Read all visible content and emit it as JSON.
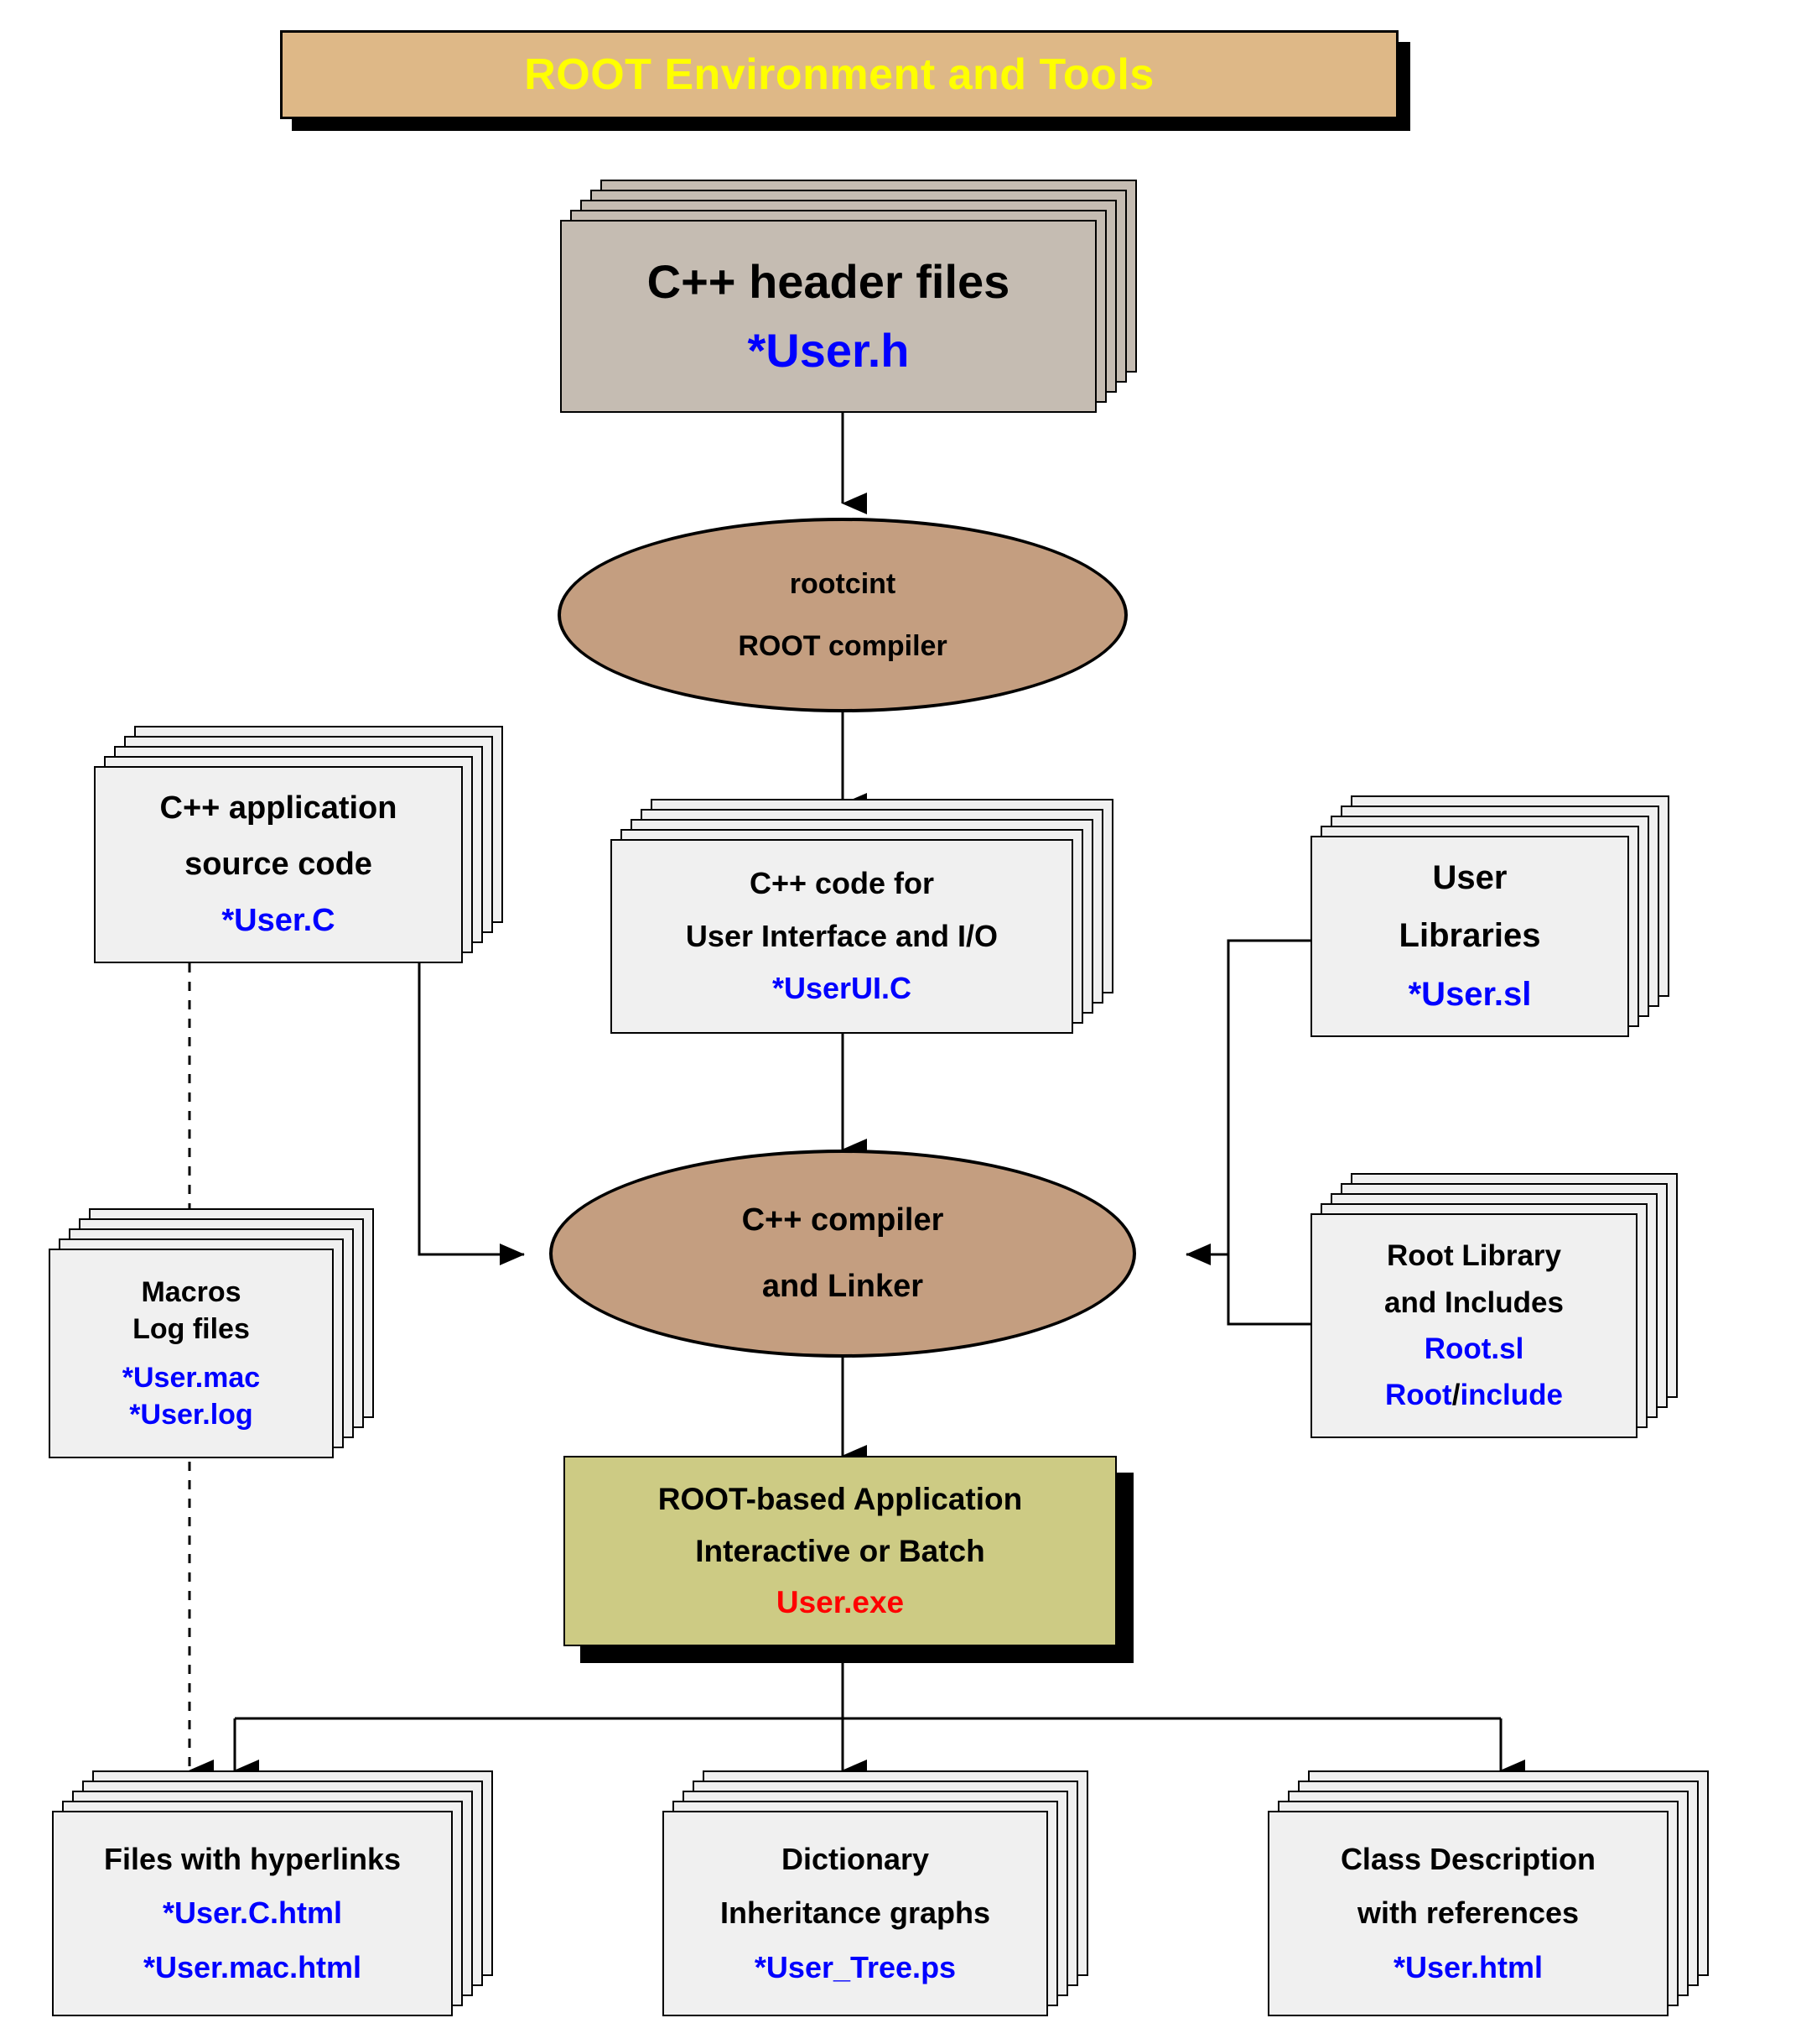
{
  "banner": {
    "title": "ROOT Environment and Tools",
    "bg_color": "#DEB887",
    "text_color": "#FFFF00"
  },
  "palette": {
    "accent_blue": "#0000FF",
    "accent_red": "#FF0000",
    "ellipse_fill": "#C49E80",
    "sheet_fill": "#F0F0F0",
    "header_sheet_fill": "#C5BCB2",
    "app_fill": "#CDCB84"
  },
  "nodes": {
    "header_files": {
      "line1": "C++ header files",
      "line2": "*User.h"
    },
    "rootcint": {
      "line1": "rootcint",
      "line2": "ROOT compiler"
    },
    "app_source": {
      "line1": "C++ application",
      "line2": "source code",
      "line3": "*User.C"
    },
    "ui_code": {
      "line1": "C++ code for",
      "line2": "User Interface and I/O",
      "line3": "*UserUI.C"
    },
    "user_libraries": {
      "line1": "User",
      "line2": "Libraries",
      "line3": "*User.sl"
    },
    "macros_logs": {
      "line1": "Macros",
      "line2": "Log files",
      "line3": "*User.mac",
      "line4": "*User.log"
    },
    "cpp_compiler": {
      "line1": "C++ compiler",
      "line2": "and Linker"
    },
    "root_library": {
      "line1": "Root Library",
      "line2": "and Includes",
      "line3": "Root.sl",
      "line4_a": "Root",
      "line4_slash": "/",
      "line4_b": "include"
    },
    "root_app": {
      "line1": "ROOT-based Application",
      "line2": "Interactive or Batch",
      "line3": "User.exe"
    },
    "hyperlinked_files": {
      "line1": "Files with hyperlinks",
      "line2": "*User.C.html",
      "line3": "*User.mac.html"
    },
    "dictionary": {
      "line1": "Dictionary",
      "line2": "Inheritance graphs",
      "line3": "*User_Tree.ps"
    },
    "class_description": {
      "line1": "Class Description",
      "line2": "with references",
      "line3": "*User.html"
    }
  }
}
